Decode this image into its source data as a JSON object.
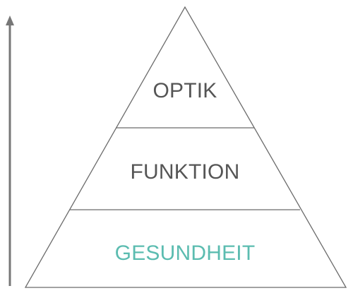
{
  "pyramid": {
    "tiers": [
      {
        "label": "OPTIK",
        "color": "#555555"
      },
      {
        "label": "FUNKTION",
        "color": "#555555"
      },
      {
        "label": "GESUNDHEIT",
        "color": "#5bbcb0"
      }
    ]
  },
  "colors": {
    "outline": "#6b6b6b",
    "arrow": "#777777"
  }
}
